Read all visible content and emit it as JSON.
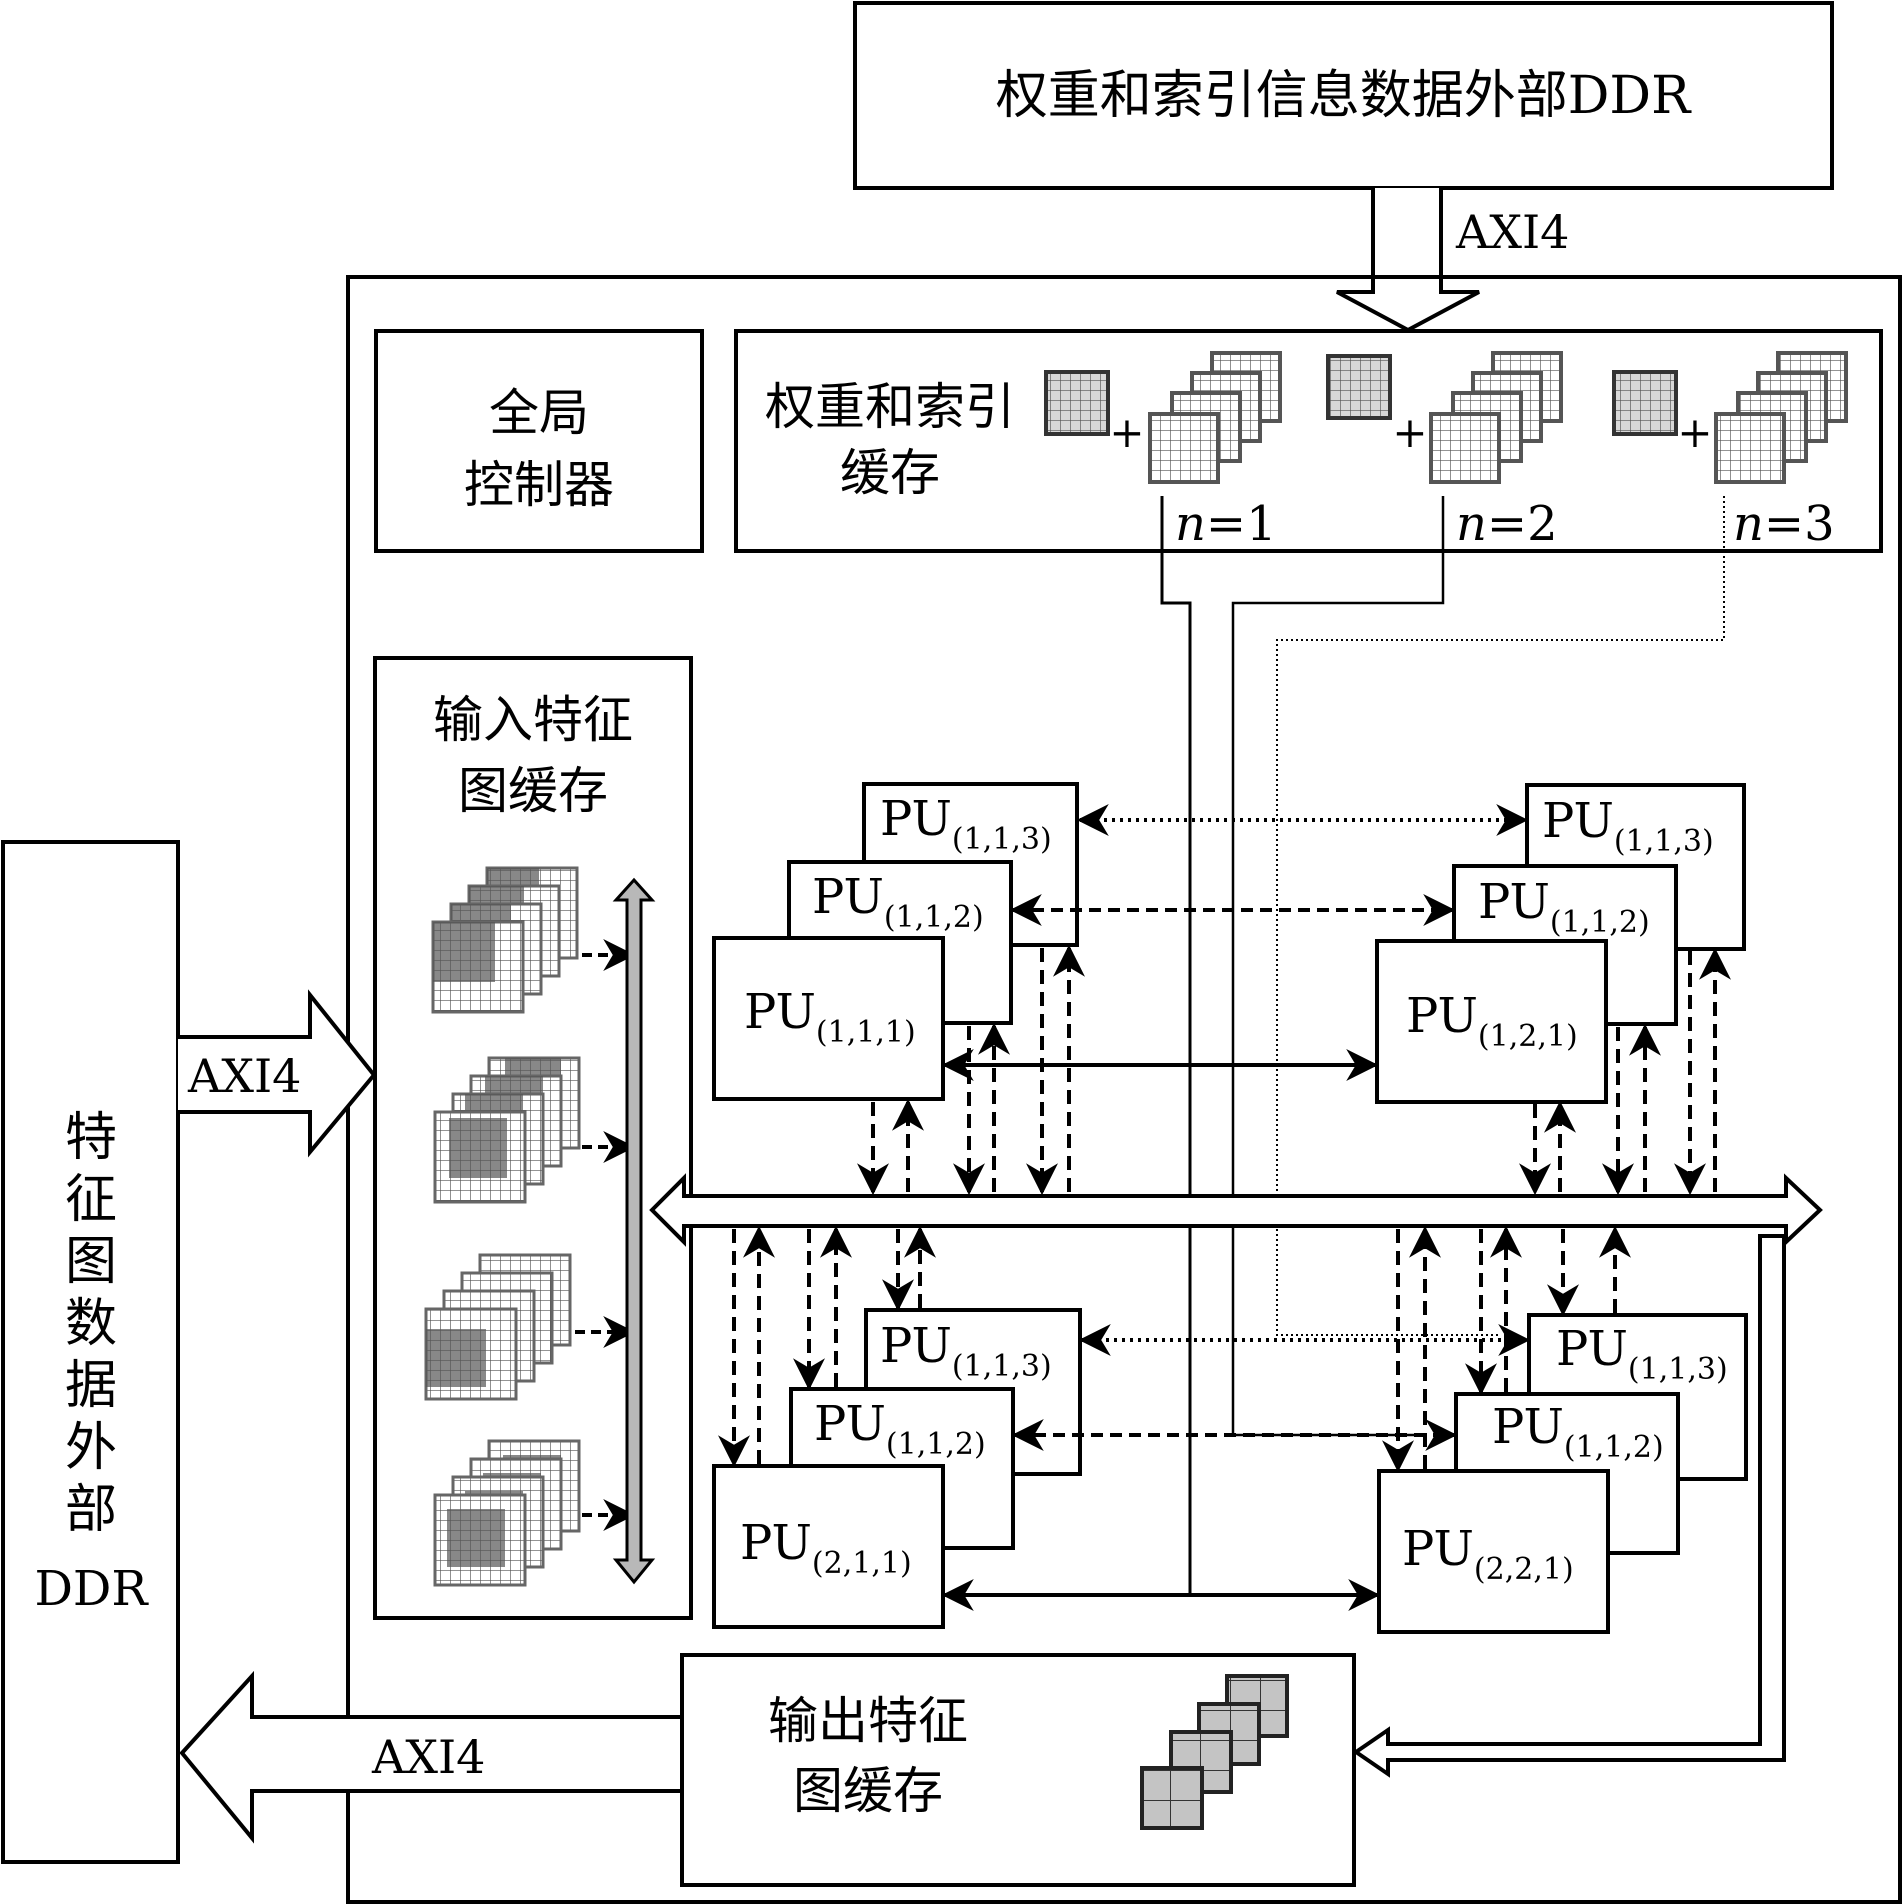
{
  "weight_ddr": {
    "label": "权重和索引信息数据外部DDR"
  },
  "feature_ddr": {
    "chars": [
      "特",
      "征",
      "图",
      "数",
      "据",
      "外",
      "部"
    ],
    "ddr": "DDR"
  },
  "axi": {
    "top": "AXI4",
    "left_in": "AXI4",
    "left_out": "AXI4"
  },
  "global_ctrl": {
    "line1": "全局",
    "line2": "控制器"
  },
  "weight_buffer": {
    "line1": "权重和索引",
    "line2": "缓存",
    "plus": "+",
    "groups": [
      {
        "n": "n",
        "eq": "=1"
      },
      {
        "n": "n",
        "eq": "=2"
      },
      {
        "n": "n",
        "eq": "=3"
      }
    ]
  },
  "input_buffer": {
    "line1": "输入特征",
    "line2": "图缓存"
  },
  "output_buffer": {
    "line1": "输出特征",
    "line2": "图缓存"
  },
  "pu": {
    "prefix": "PU",
    "top_left": [
      "(1,1,3)",
      "(1,1,2)",
      "(1,1,1)"
    ],
    "top_right": [
      "(1,1,3)",
      "(1,1,2)",
      "(1,2,1)"
    ],
    "bottom_left": [
      "(1,1,3)",
      "(1,1,2)",
      "(2,1,1)"
    ],
    "bottom_right": [
      "(1,1,3)",
      "(1,1,2)",
      "(2,2,1)"
    ]
  }
}
